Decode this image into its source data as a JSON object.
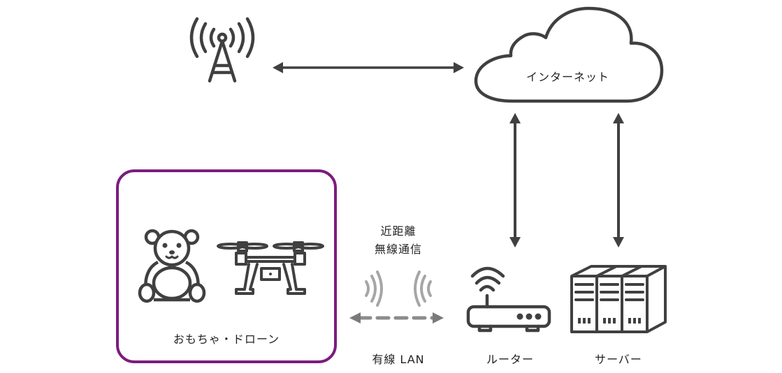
{
  "diagram": {
    "title": "",
    "colors": {
      "icon_stroke": "#404040",
      "arrow": "#404040",
      "device_box_border": "#7b1c7e",
      "local_link": "#a6a6a6",
      "local_arrow": "#7a7a7a",
      "text": "#222222"
    },
    "nodes": {
      "tower": {
        "icon": "cell-tower-icon",
        "label": ""
      },
      "internet": {
        "icon": "cloud-icon",
        "label": "インターネット"
      },
      "devices": {
        "icons": [
          "teddy-bear-icon",
          "drone-icon"
        ],
        "label": "おもちゃ・ドローン"
      },
      "router": {
        "icon": "wifi-router-icon",
        "label": "ルーター"
      },
      "server": {
        "icon": "server-rack-icon",
        "label": "サーバー"
      }
    },
    "links": {
      "wireless": {
        "label_line1": "近距離",
        "label_line2": "無線通信",
        "icon": "wireless-waves-icon"
      },
      "wired": {
        "label": "有線 LAN",
        "style": "dashed"
      }
    },
    "connections": [
      {
        "from": "tower",
        "to": "internet",
        "type": "bidirectional"
      },
      {
        "from": "internet",
        "to": "router",
        "type": "bidirectional"
      },
      {
        "from": "internet",
        "to": "server",
        "type": "bidirectional"
      },
      {
        "from": "devices",
        "to": "router",
        "type": "bidirectional-dashed"
      }
    ]
  }
}
